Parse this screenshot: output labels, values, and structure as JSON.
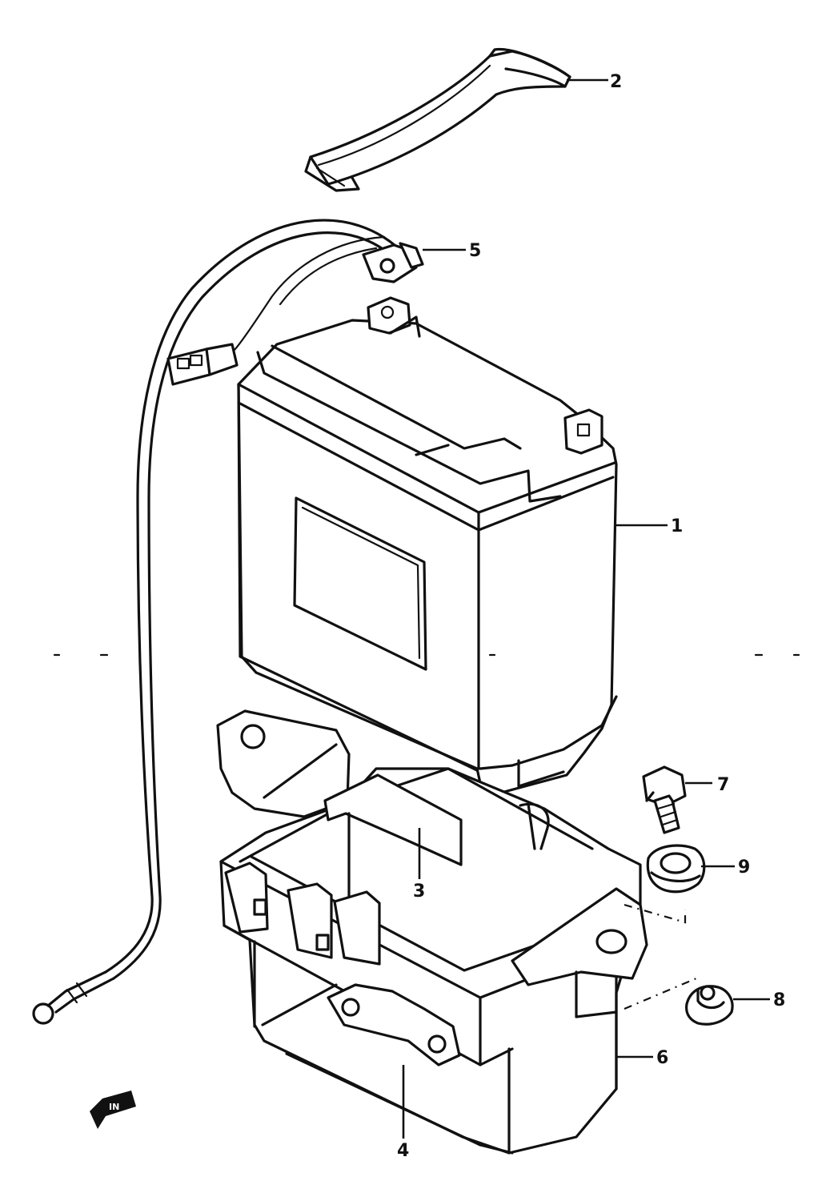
{
  "callouts": [
    {
      "id": "1",
      "label": "1"
    },
    {
      "id": "2",
      "label": "2"
    },
    {
      "id": "3",
      "label": "3"
    },
    {
      "id": "4",
      "label": "4"
    },
    {
      "id": "5",
      "label": "5"
    },
    {
      "id": "6",
      "label": "6"
    },
    {
      "id": "7",
      "label": "7"
    },
    {
      "id": "8",
      "label": "8"
    },
    {
      "id": "9",
      "label": "9"
    }
  ],
  "arrow_label": "IN"
}
